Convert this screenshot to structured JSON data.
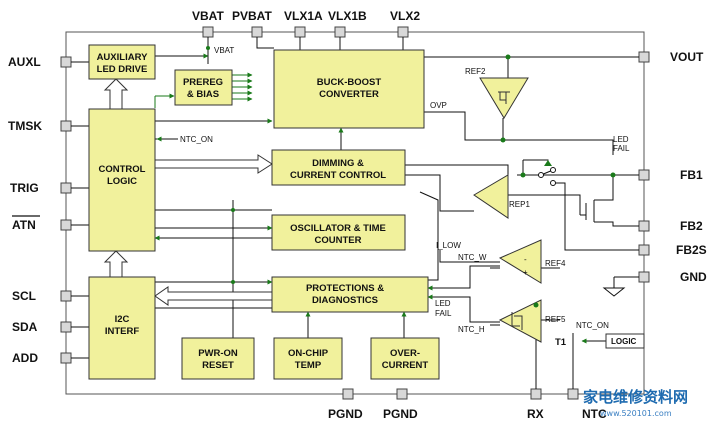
{
  "pins": {
    "top": [
      "VBAT",
      "PVBAT",
      "VLX1A",
      "VLX1B",
      "VLX2"
    ],
    "left": [
      "AUXL",
      "TMSK",
      "TRIG",
      "ATN",
      "SCL",
      "SDA",
      "ADD"
    ],
    "right": [
      "VOUT",
      "FB1",
      "FB2",
      "FB2S",
      "GND"
    ],
    "bottom": [
      "PGND",
      "PGND",
      "RX",
      "NTC"
    ]
  },
  "blocks": {
    "aux_led_drive": [
      "AUXILIARY",
      "LED DRIVE"
    ],
    "prereg_bias": [
      "PREREG",
      "& BIAS"
    ],
    "buck_boost": [
      "BUCK-BOOST",
      "CONVERTER"
    ],
    "control_logic": [
      "CONTROL",
      "LOGIC"
    ],
    "dimming": [
      "DIMMING &",
      "CURRENT CONTROL"
    ],
    "oscillator": [
      "OSCILLATOR & TIME",
      "COUNTER"
    ],
    "protections": [
      "PROTECTIONS &",
      "DIAGNOSTICS"
    ],
    "i2c": [
      "I2C",
      "INTERF"
    ],
    "pwr_on_reset": [
      "PWR-ON",
      "RESET"
    ],
    "on_chip_temp": [
      "ON-CHIP",
      "TEMP"
    ],
    "over_current": [
      "OVER-",
      "CURRENT"
    ],
    "logic": "LOGIC"
  },
  "signals": {
    "vbat_internal": "VBAT",
    "ntc_on_left": "NTC_ON",
    "ref2": "REF2",
    "ovp": "OVP",
    "led_fail_right": [
      "LED",
      "FAIL"
    ],
    "rep1": "REP1",
    "i_low": "I_LOW",
    "ntc_w": "NTC_W",
    "ref4": "REF4",
    "led_fail_mid": [
      "LED",
      "FAIL"
    ],
    "ntc_h": "NTC_H",
    "ref5": "REF5",
    "ntc_on_right": "NTC_ON",
    "t1": "T1"
  },
  "watermark": {
    "text": "家电维修资料网",
    "url": "www.520101.com"
  },
  "colors": {
    "block_fill": "#f1f19c",
    "block_border": "#333333",
    "chip_border": "#555555",
    "pin_fill": "#d8d8d8",
    "wire": "#111111",
    "arrow_fill": "#1a7a1a",
    "dot": "#1a7a1a",
    "watermark": "#1e6bb0"
  }
}
